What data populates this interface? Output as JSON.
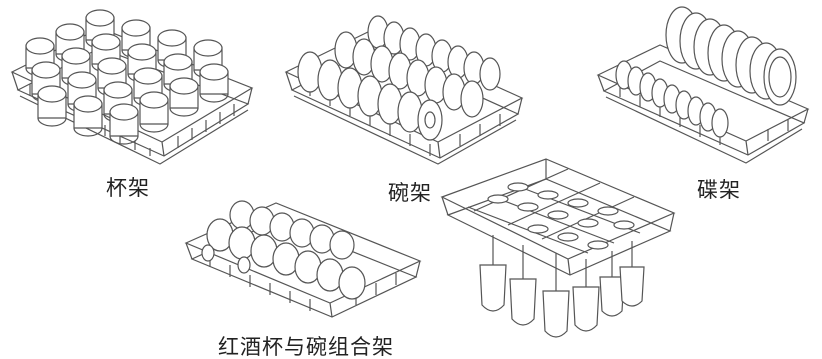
{
  "labels": {
    "cup_rack": "杯架",
    "bowl_rack": "碗架",
    "plate_rack": "碟架",
    "combo_rack": "红酒杯与碗组合架"
  },
  "colors": {
    "line": "#555555",
    "text": "#222222",
    "background": "#ffffff"
  }
}
